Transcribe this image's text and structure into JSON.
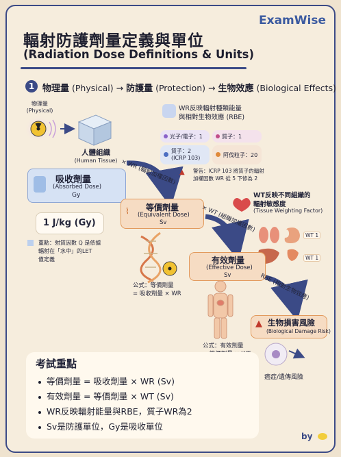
{
  "brand": "ExamWise",
  "title_zh": "輻射防護劑量定義與單位",
  "title_en": "(Radiation Dose Definitions & Units)",
  "step": {
    "num": "1",
    "zh1": "物理量",
    "en1": "(Physical)",
    "arrow": "→",
    "zh2": "防護量",
    "en2": "(Protection)",
    "zh3": "生物效應",
    "en3": "(Biological Effects)"
  },
  "source": {
    "zh": "物理量",
    "en": "(Physical)"
  },
  "tissue": {
    "zh": "人體組織",
    "en": "(Human Tissue)"
  },
  "rbe": {
    "line1": "WR反映輻射種類能量",
    "line2": "與相對生物效應 (RBE)"
  },
  "wr_table": [
    {
      "label": "光子/電子：1",
      "color": "#8a63c9"
    },
    {
      "label": "質子：1",
      "color": "#c24d8a"
    },
    {
      "label": "質子：2",
      "sub": "(ICRP 103)",
      "color": "#4d6fc2"
    },
    {
      "label": "阿伐粒子：20",
      "color": "#e08a3a"
    }
  ],
  "warning": {
    "line1": "警告：ICRP 103 將質子的輻射",
    "line2": "加權因數 WR 從 5 下修為 2"
  },
  "absorbed": {
    "zh": "吸收劑量",
    "en": "(Absorbed Dose)",
    "unit": "Gy"
  },
  "gy_def": "1 J/kg (Gy)",
  "note": {
    "line1": "重點：射質因數 Q 是依據",
    "line2": "輻射在「水中」的LET",
    "line3": "值定義"
  },
  "arrow_wr": "× WR (輻射加權因數)",
  "equiv": {
    "zh": "等價劑量",
    "en": "(Equivalent Dose)",
    "unit": "Sv"
  },
  "formula_equiv": {
    "line1": "公式：等價劑量",
    "line2": "= 吸收劑量 × WR"
  },
  "arrow_wt": "× WT (組織加權因數)",
  "effective": {
    "zh": "有效劑量",
    "en": "(Effective Dose)",
    "unit": "Sv"
  },
  "formula_eff": {
    "line1": "公式：有效劑量",
    "line2": "= 等價劑量 × WT"
  },
  "wt_title": {
    "line1": "WT反映不同組織的",
    "line2": "輻射敏感度",
    "line3": "(Tissue Weighting Factor)"
  },
  "wt_labels": [
    "WT 1",
    "WT 1"
  ],
  "arrow_rbe": "RBE (相對生物效應)",
  "risk": {
    "zh": "生物損害風險",
    "en": "(Biological Damage Risk)"
  },
  "cancer": "癌症/遺傳風險",
  "key_title": "考試重點",
  "key_points": [
    "等價劑量 = 吸收劑量 × WR (Sv)",
    "有效劑量 = 等價劑量 × WT (Sv)",
    "WR反映輻射能量與RBE，質子WR為2",
    "Sv是防護單位，Gy是吸收單位"
  ],
  "by": "by",
  "colors": {
    "navy": "#3b4a86",
    "blue": "#d6e2f4",
    "orange": "#f6dcc3",
    "orangeBorder": "#e29a5d",
    "red": "#c0392b"
  }
}
